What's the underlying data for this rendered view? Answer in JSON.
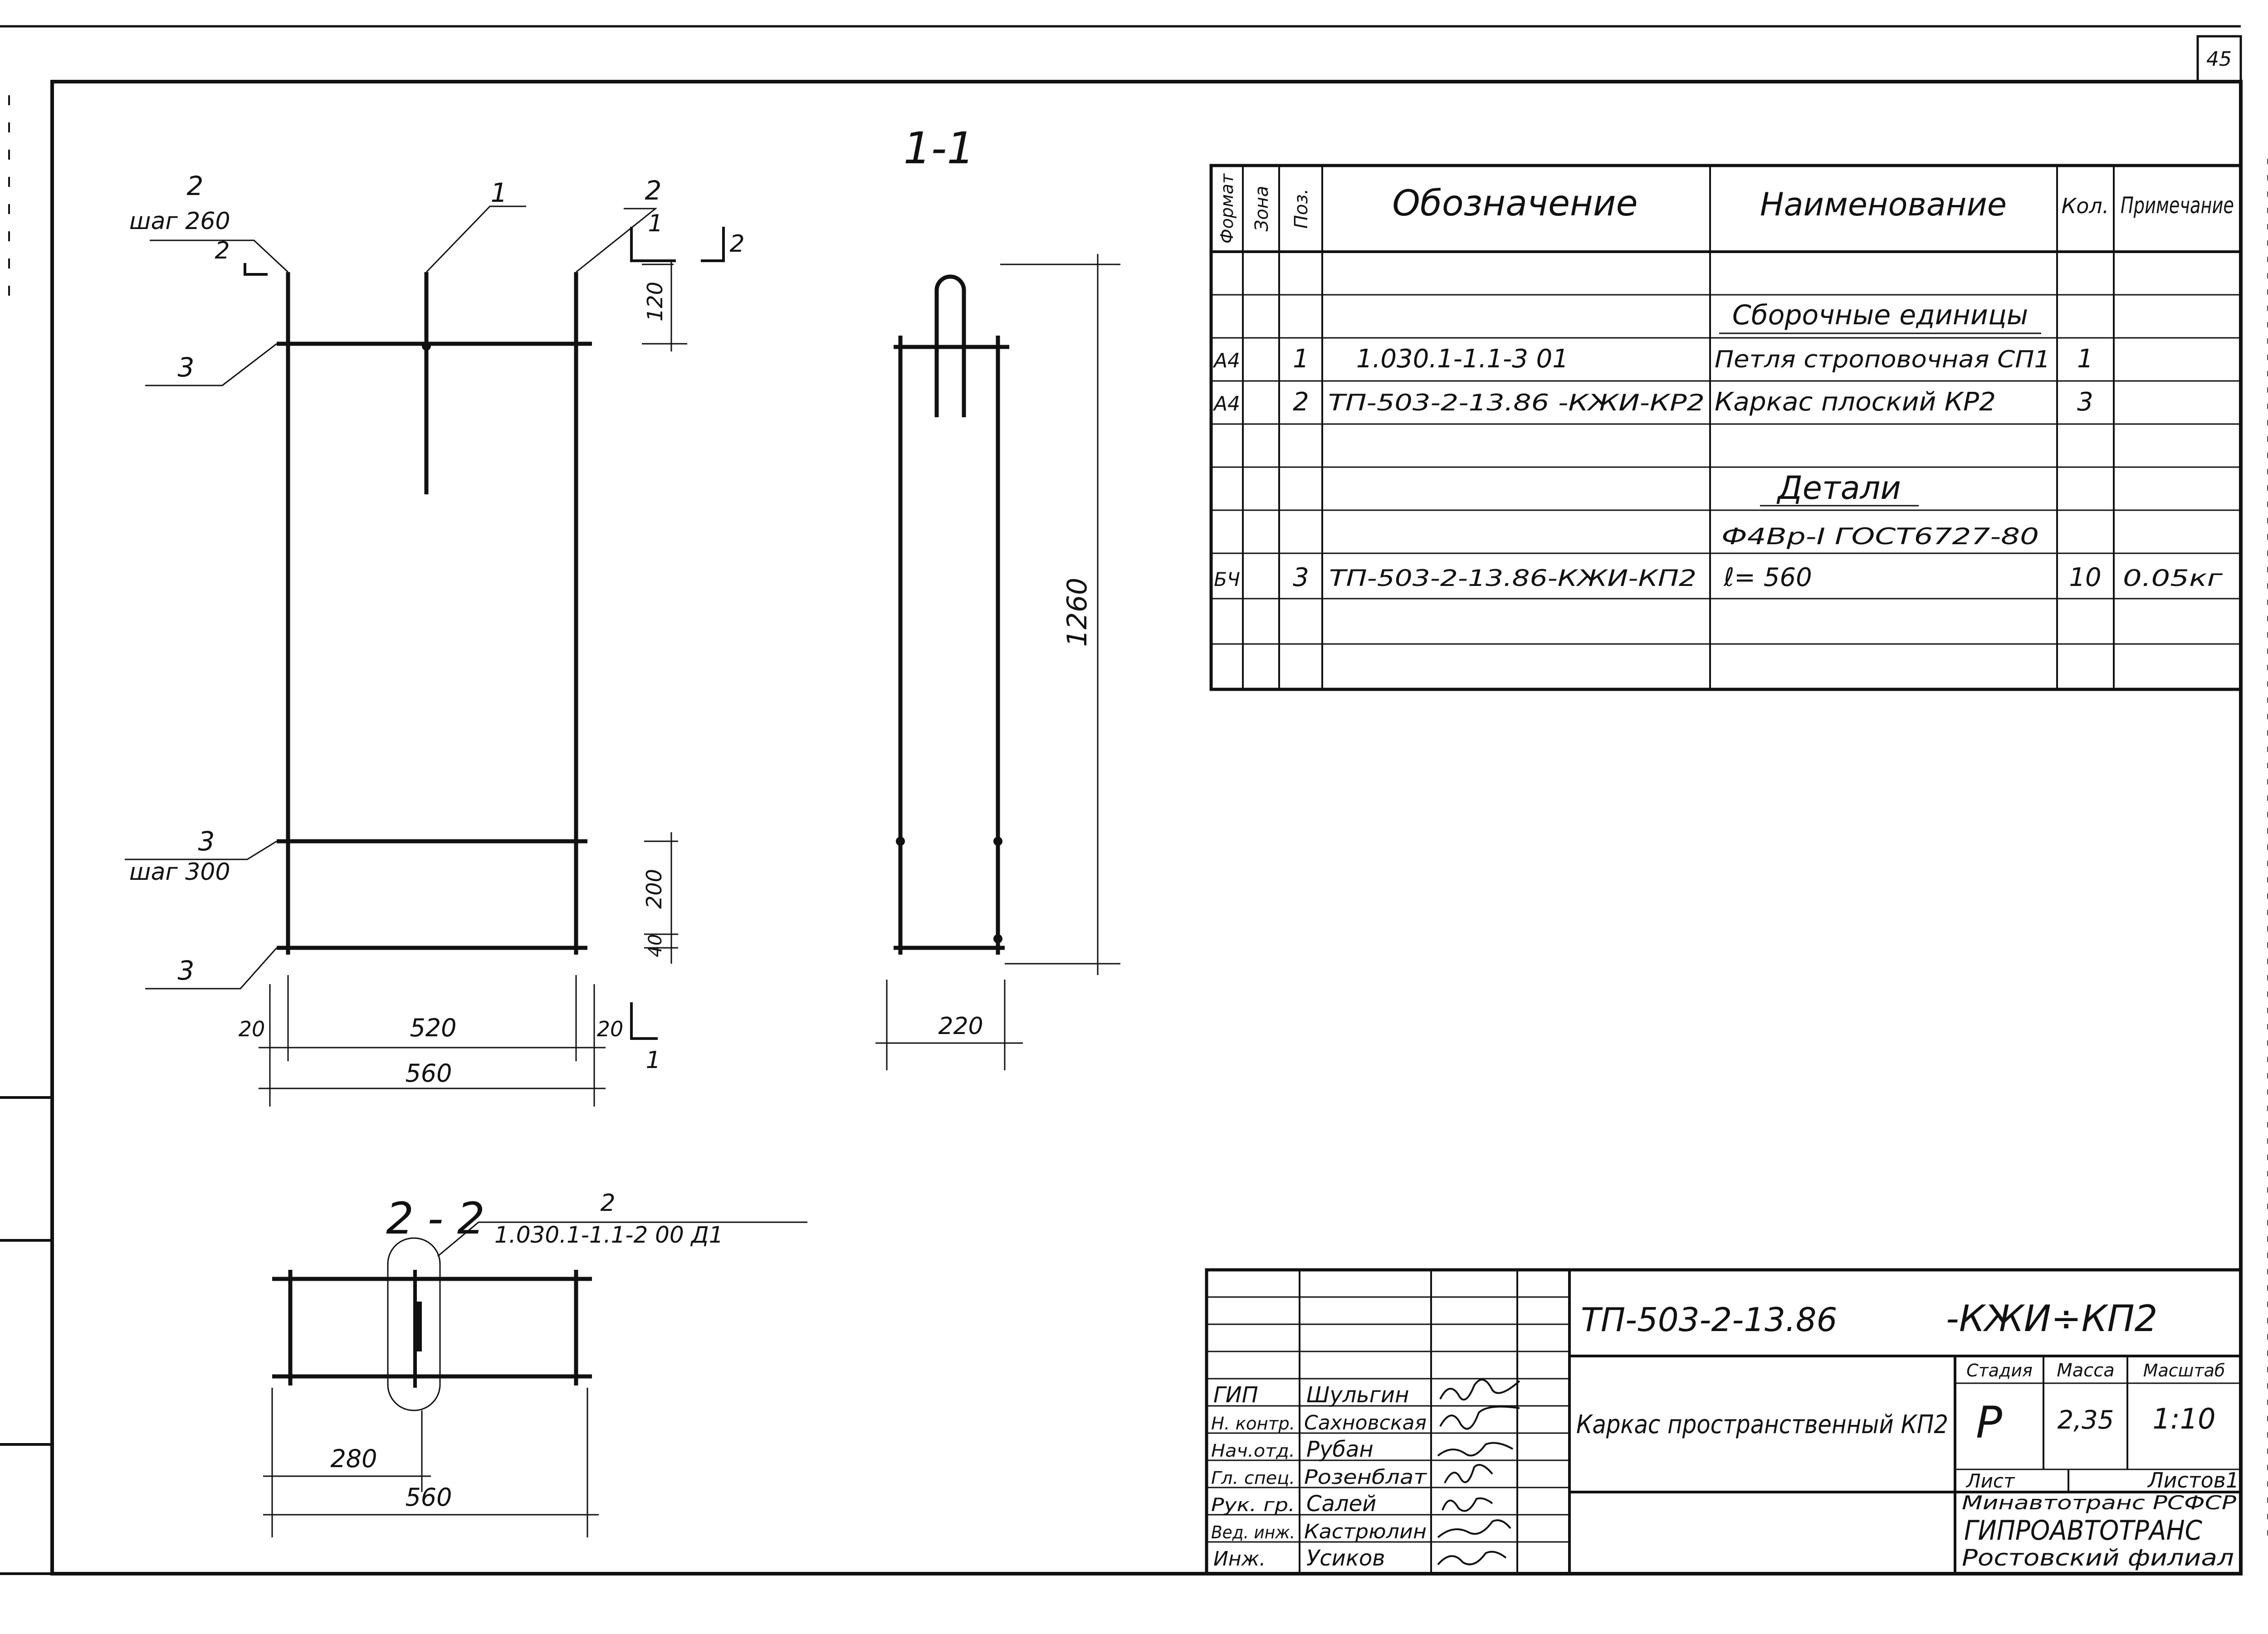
{
  "sheet_number": "45",
  "section_labels": {
    "s11": "1-1",
    "s22": "2 - 2"
  },
  "elevation": {
    "callout_top_left": {
      "pos": "2",
      "step": "шаг 260",
      "mark": "2"
    },
    "callout_center": "1",
    "callout_top_right": "2",
    "section_mark_1": "1",
    "section_mark_2": "2",
    "pos3_top": "3",
    "pos3_mid": {
      "pos": "3",
      "step": "шаг 300"
    },
    "pos3_bottom": "3",
    "dims": {
      "d120": "120",
      "d200": "200",
      "d40": "40",
      "d20l": "20",
      "d520": "520",
      "d20r": "20",
      "d560": "560",
      "mark1_bottom": "1"
    }
  },
  "section11": {
    "d1260": "1260",
    "d220": "220"
  },
  "section22": {
    "pos": "2",
    "ref": "1.030.1-1.1-2 00 Д1",
    "d280": "280",
    "d560": "560"
  },
  "spec_table": {
    "headers": {
      "format": "Формат",
      "zone": "Зона",
      "pos": "Поз.",
      "designation": "Обозначение",
      "name": "Наименование",
      "qty": "Кол.",
      "note": "Примечание"
    },
    "rows": [
      {
        "name": "Сборочные единицы"
      },
      {
        "format": "А4",
        "pos": "1",
        "designation": "1.030.1-1.1-3 01",
        "name": "Петля строповочная СП1",
        "qty": "1"
      },
      {
        "format": "А4",
        "pos": "2",
        "designation": "ТП-503-2-13.86 -КЖИ-КР2",
        "name": "Каркас плоский КР2",
        "qty": "3"
      },
      {
        "name": "Детали"
      },
      {
        "name": "Ф4Вр-I ГОСТ6727-80"
      },
      {
        "format": "БЧ",
        "pos": "3",
        "designation": "ТП-503-2-13.86-КЖИ-КП2",
        "name": "ℓ= 560",
        "qty": "10",
        "note": "0.05кг"
      }
    ]
  },
  "title_block": {
    "code": "ТП-503-2-13.86",
    "code_suffix": "-КЖИ÷КП2",
    "title": "Каркас пространственный КП2",
    "stage_label": "Стадия",
    "mass_label": "Масса",
    "scale_label": "Масштаб",
    "stage": "Р",
    "mass": "2,35",
    "scale": "1:10",
    "sheet_label": "Лист",
    "sheets_label": "Листов1",
    "org1": "Минавтотранс РСФСР",
    "org2": "ГИПРОАВТОТРАНС",
    "org3": "Ростовский филиал",
    "staff": [
      {
        "role": "ГИП",
        "name": "Шульгин"
      },
      {
        "role": "Н. контр.",
        "name": "Сахновская"
      },
      {
        "role": "Нач.отд.",
        "name": "Рубан"
      },
      {
        "role": "Гл. спец.",
        "name": "Розенблат"
      },
      {
        "role": "Рук. гр.",
        "name": "Салей"
      },
      {
        "role": "Вед. инж.",
        "name": "Кастрюлин"
      },
      {
        "role": "Инж.",
        "name": "Усиков"
      }
    ]
  }
}
